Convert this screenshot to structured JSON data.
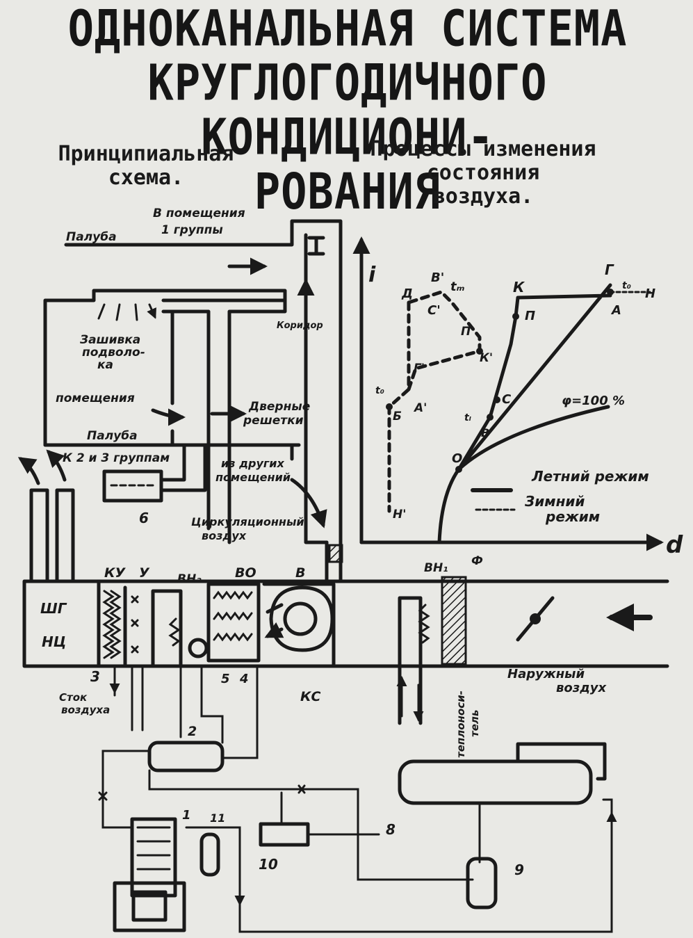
{
  "title": {
    "line1": "ОДНОКАНАЛЬНАЯ СИСТЕМА",
    "line2": "КРУГЛОГОДИЧНОГО КОНДИЦИОНИ-",
    "line3": "РОВАНИЯ"
  },
  "left_heading": {
    "line1": "Принципиальная",
    "line2": "схема."
  },
  "right_heading": {
    "line1": "Процессы изменения",
    "line2": "состояния",
    "line3": "воздуха."
  },
  "schema": {
    "rooms_group1_1": "В помещения",
    "rooms_group1_2": "1 группы",
    "deck_top": "Палуба",
    "deck_bottom": "Палуба",
    "corridor": "Коридор",
    "ceiling_1": "Зашивка",
    "ceiling_2": "подволо-",
    "ceiling_3": "ка",
    "rooms": "помещения",
    "door_1": "Дверные",
    "door_2": "решетки",
    "groups_23": "К 2 и 3 группам",
    "other_1": "из других",
    "other_2": "помещений",
    "recirc_1": "Циркуляционный",
    "recirc_2": "воздух",
    "lbl_shg": "ШГ",
    "lbl_nts": "НЦ",
    "lbl_ku": "КУ",
    "lbl_u": "У",
    "lbl_vn2": "ВН₂",
    "lbl_vo": "ВО",
    "lbl_v": "В",
    "lbl_vn1": "ВН₁",
    "lbl_f": "Ф",
    "lbl_ks": "КС",
    "drain_1": "Сток",
    "drain_2": "воздуха",
    "outside_1": "Наружный",
    "outside_2": "воздух",
    "coolant_1": "теплоноси-",
    "coolant_2": "тель",
    "n1": "1",
    "n2": "2",
    "n3": "3",
    "n4": "4",
    "n5": "5",
    "n6": "6",
    "n8": "8",
    "n9": "9",
    "n10": "10",
    "n11": "11"
  },
  "chart": {
    "axis_i": "i",
    "axis_d": "d",
    "pt_G": "Г",
    "pt_t0": "t₀",
    "pt_N": "Н",
    "pt_A": "А",
    "pt_K": "К",
    "pt_P": "П",
    "pt_C": "С",
    "pt_B": "В",
    "pt_tl": "tₗ",
    "pt_O": "О",
    "pt_D": "Д",
    "pt_Bw": "В'",
    "pt_tm": "tₘ",
    "pt_Cw": "С'",
    "pt_Pw": "П'",
    "pt_Kw": "К'",
    "pt_Gw": "Г'",
    "pt_t0w": "t₀",
    "pt_Aw": "А'",
    "pt_Bz": "Б",
    "pt_Nw": "Н'",
    "phi": "φ=100 %",
    "summer": "Летний режим",
    "winter_1": "Зимний",
    "winter_2": "режим"
  }
}
